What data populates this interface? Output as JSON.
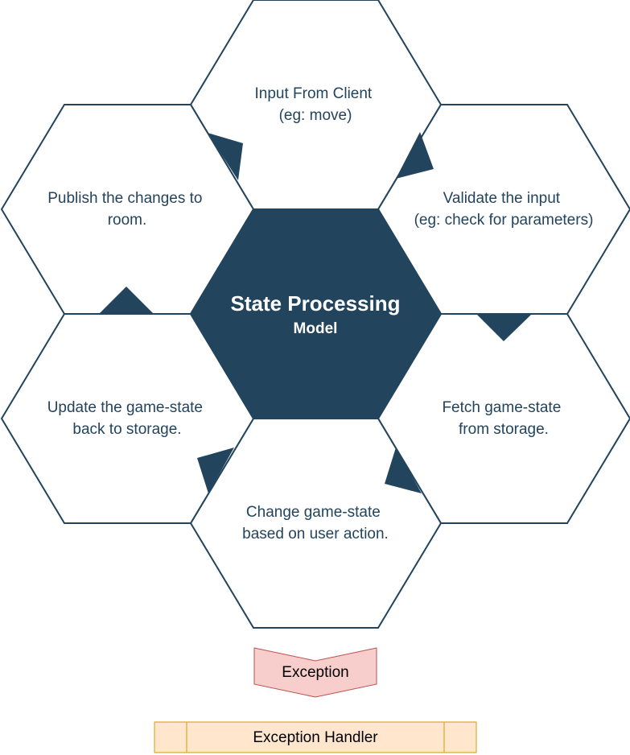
{
  "center": {
    "title": "State Processing",
    "subtitle": "Model"
  },
  "steps": [
    {
      "id": "input",
      "lines": [
        "Input From Client",
        "(eg: move)"
      ]
    },
    {
      "id": "validate",
      "lines": [
        "Validate the input",
        "(eg: check for parameters)"
      ]
    },
    {
      "id": "fetch",
      "lines": [
        "Fetch game-state",
        "from storage."
      ]
    },
    {
      "id": "change",
      "lines": [
        "Change game-state",
        "based on user action."
      ]
    },
    {
      "id": "update",
      "lines": [
        "Update the game-state",
        "back to storage."
      ]
    },
    {
      "id": "publish",
      "lines": [
        "Publish the changes to",
        "room."
      ]
    }
  ],
  "exception": {
    "label": "Exception"
  },
  "exception_handler": {
    "label": "Exception Handler"
  },
  "colors": {
    "hex_stroke": "#23445d",
    "hex_center_fill": "#23445d",
    "exception_fill": "#f8cecc",
    "exception_stroke": "#b85450",
    "handler_fill": "#ffe6cc",
    "handler_stroke": "#d79b00"
  }
}
